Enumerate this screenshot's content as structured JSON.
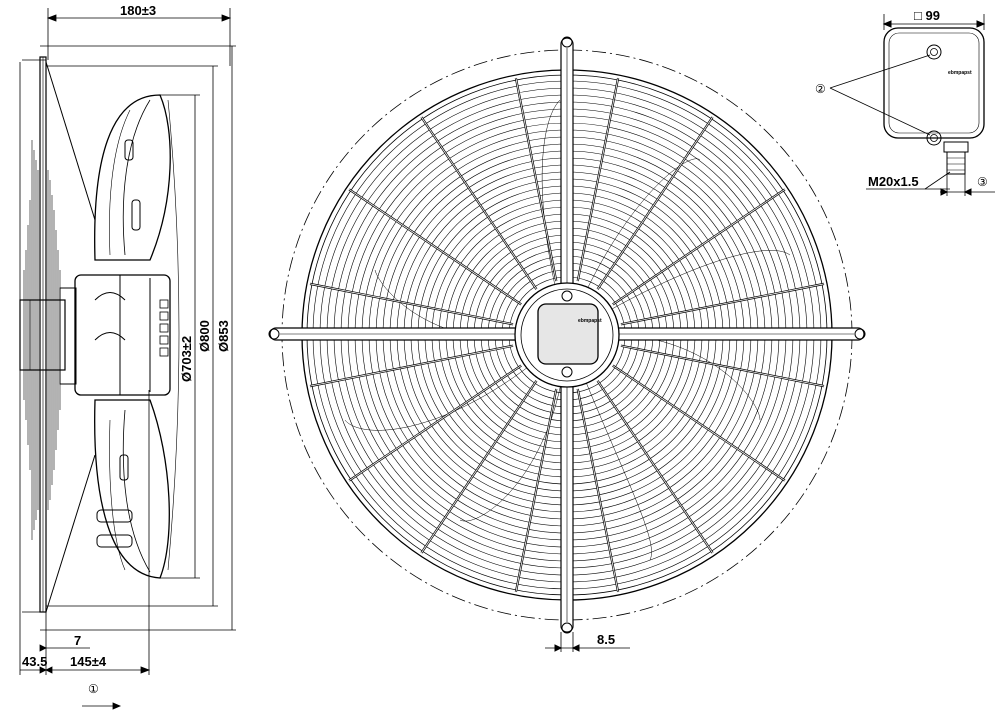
{
  "dimensions": {
    "width_180": "180±3",
    "dia_703": "Ø703±2",
    "dia_800": "Ø800",
    "dia_853": "Ø853",
    "offset_7": "7",
    "offset_43_5": "43.5",
    "depth_145": "145±4",
    "grille_8_5": "8.5",
    "box_square": "□ 99",
    "thread": "M20x1.5"
  },
  "callouts": {
    "c1": "①",
    "c2": "②",
    "c3": "③"
  },
  "brand": {
    "label": "ebmpapst"
  },
  "colors": {
    "line": "#000000",
    "background": "#ffffff",
    "hub_fill": "#e6e6e6"
  },
  "icons": {
    "airflow": "arrow-right-icon"
  }
}
